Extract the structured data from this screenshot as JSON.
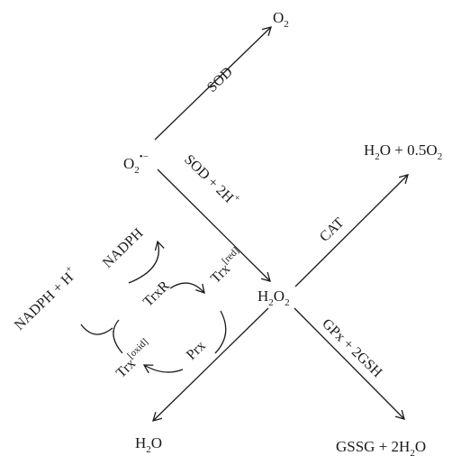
{
  "nodes": {
    "o2": {
      "base": "O",
      "sub": "2"
    },
    "superoxide": {
      "base": "O",
      "sub": "2",
      "sup": "•−"
    },
    "h2o_half_o2": {
      "a": "H",
      "a_sub": "2",
      "b": "O + 0.5O",
      "b_sub": "2"
    },
    "h2o2": {
      "a": "H",
      "a_sub": "2",
      "b": "O",
      "b_sub": "2"
    },
    "h2o": {
      "a": "H",
      "a_sub": "2",
      "b": "O"
    },
    "gssg": {
      "a": "GSSG + 2H",
      "a_sub": "2",
      "b": "O"
    }
  },
  "enzymes": {
    "sod": "SOD",
    "sod_2h": {
      "base": "SOD + 2H",
      "sup": "+"
    },
    "cat": "CAT",
    "gpx": "GPx + 2GSH"
  },
  "cycle": {
    "nadph_h": {
      "base": "NADPH + H",
      "sup": "+"
    },
    "nadph": "NADPH",
    "trxr": "TrxR",
    "trx_red": {
      "base": "Trx",
      "sup": "[red]"
    },
    "trx_oxid": {
      "base": "Trx",
      "sup": "[oxid]"
    },
    "prx": "Prx"
  }
}
